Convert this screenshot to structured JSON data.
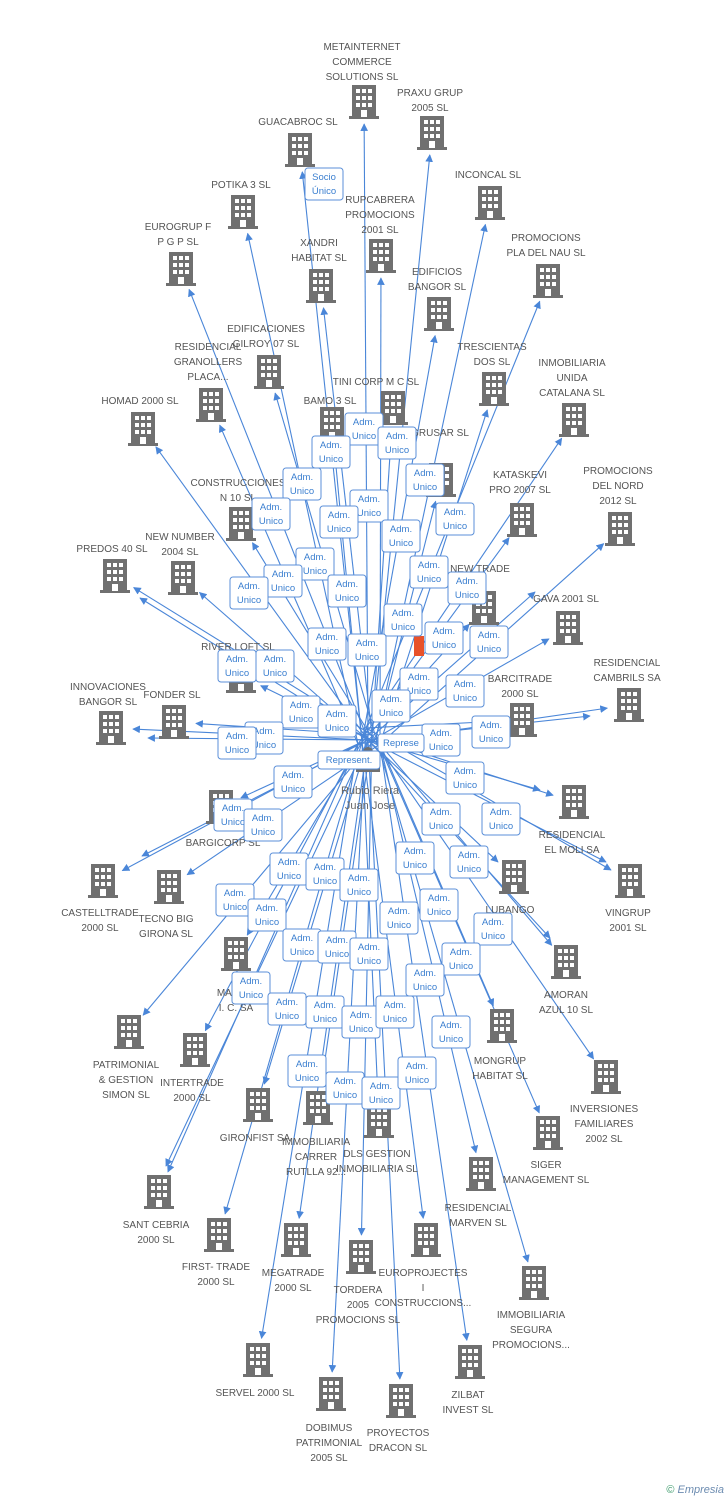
{
  "center_person": {
    "lines": [
      "Rubio Riera",
      "Juan Jose"
    ]
  },
  "companies": [
    {
      "label": [
        "METAINTERNET",
        "COMMERCE",
        "SOLUTIONS SL"
      ]
    },
    {
      "label": [
        "PRAXU GRUP",
        "2005 SL"
      ]
    },
    {
      "label": [
        "GUACABROC SL"
      ]
    },
    {
      "label": [
        "INCONCAL SL"
      ]
    },
    {
      "label": [
        "POTIKA 3 SL"
      ]
    },
    {
      "label": [
        "RUPCABRERA",
        "PROMOCIONS",
        "2001 SL"
      ]
    },
    {
      "label": [
        "PROMOCIONS",
        "PLA DEL NAU SL"
      ]
    },
    {
      "label": [
        "EUROGRUP F",
        "P G P SL"
      ]
    },
    {
      "label": [
        "XANDRI",
        "HABITAT SL"
      ]
    },
    {
      "label": [
        "EDIFICIOS",
        "BANGOR SL"
      ]
    },
    {
      "label": [
        "EDIFICACIONES",
        "GILROY 07 SL"
      ]
    },
    {
      "label": [
        "RESIDENCIAL",
        "GRANOLLERS",
        "PLACA..."
      ]
    },
    {
      "label": [
        "TRESCIENTAS",
        "DOS SL"
      ]
    },
    {
      "label": [
        "INMOBILIARIA",
        "UNIDA",
        "CATALANA SL"
      ]
    },
    {
      "label": [
        "HOMAD 2000 SL"
      ]
    },
    {
      "label": [
        "TINI CORP M C SL"
      ]
    },
    {
      "label": [
        "BAMO 3 SL"
      ]
    },
    {
      "label": [
        "GRUSAR SL"
      ]
    },
    {
      "label": [
        "KATASKEVI",
        "PRO 2007 SL"
      ]
    },
    {
      "label": [
        "PROMOCIONS",
        "DEL NORD",
        "2012  SL"
      ]
    },
    {
      "label": [
        "CONSTRUCCIONES",
        "N 10 SL"
      ]
    },
    {
      "label": [
        "NEW NUMBER",
        "2004 SL"
      ]
    },
    {
      "label": [
        "PREDOS 40 SL"
      ]
    },
    {
      "label": [
        "NEW TRADE"
      ]
    },
    {
      "label": [
        "GAVA 2001 SL"
      ]
    },
    {
      "label": [
        "RESIDENCIAL",
        "CAMBRILS SA"
      ]
    },
    {
      "label": [
        "RIVER LOFT SL"
      ]
    },
    {
      "label": [
        "BARCITRADE",
        "2000 SL"
      ]
    },
    {
      "label": [
        "INNOVACIONES",
        "BANGOR SL"
      ]
    },
    {
      "label": [
        "FONDER SL"
      ]
    },
    {
      "label": [
        "BARGICORP SL"
      ]
    },
    {
      "label": [
        "RESIDENCIAL",
        "EL MOLI SA"
      ]
    },
    {
      "label": [
        "CASTELLTRADE",
        "2000 SL"
      ]
    },
    {
      "label": [
        "TECNO BIG",
        "GIRONA SL"
      ]
    },
    {
      "label": [
        "VINGRUP",
        "2001 SL"
      ]
    },
    {
      "label": [
        "LUBANGO"
      ]
    },
    {
      "label": [
        "AMORAN",
        "AZUL 10 SL"
      ]
    },
    {
      "label": [
        "MARG...",
        "I. C. SA"
      ]
    },
    {
      "label": [
        "PATRIMONIAL",
        "& GESTION",
        "SIMON SL"
      ]
    },
    {
      "label": [
        "INTERTRADE",
        "2000 SL"
      ]
    },
    {
      "label": [
        "MONGRUP",
        "HABITAT SL"
      ]
    },
    {
      "label": [
        "INVERSIONES",
        "FAMILIARES",
        "2002 SL"
      ]
    },
    {
      "label": [
        "GIRONFIST SA"
      ]
    },
    {
      "label": [
        "IMMOBILIARIA",
        "CARRER",
        "RUTLLA 92..."
      ]
    },
    {
      "label": [
        "DLS GESTION",
        "INMOBILIARIA SL"
      ]
    },
    {
      "label": [
        "SIGER",
        "MANAGEMENT SL"
      ]
    },
    {
      "label": [
        "SANT CEBRIA",
        "2000 SL"
      ]
    },
    {
      "label": [
        "RESIDENCIAL",
        "MARVEN SL"
      ]
    },
    {
      "label": [
        "FIRST- TRADE",
        "2000 SL"
      ]
    },
    {
      "label": [
        "MEGATRADE",
        "2000 SL"
      ]
    },
    {
      "label": [
        "TORDERA",
        "2005",
        "PROMOCIONS SL"
      ]
    },
    {
      "label": [
        "EUROPROJECTES",
        "I",
        "CONSTRUCCIONS..."
      ]
    },
    {
      "label": [
        "IMMOBILIARIA",
        "SEGURA",
        "PROMOCIONS..."
      ]
    },
    {
      "label": [
        "SERVEL 2000 SL"
      ]
    },
    {
      "label": [
        "ZILBAT",
        "INVEST SL"
      ]
    },
    {
      "label": [
        "DOBIMUS",
        "PATRIMONIAL",
        "2005 SL"
      ]
    },
    {
      "label": [
        "PROYECTOS",
        "DRACON SL"
      ]
    }
  ],
  "role_labels": {
    "adm_unico": [
      "Adm.",
      "Unico"
    ],
    "socio_unico": [
      "Socio",
      "Único"
    ],
    "represent": [
      "Represent."
    ],
    "represent_short": [
      "Represe"
    ]
  },
  "colors": {
    "edge": "#4a86d8",
    "building": "#707070",
    "label_text": "#555555",
    "role_border": "#5b8fd8",
    "role_text": "#3b7fd0",
    "highlight": "#e8522a"
  },
  "copyright": {
    "symbol": "©",
    "brand": "Empresia"
  }
}
